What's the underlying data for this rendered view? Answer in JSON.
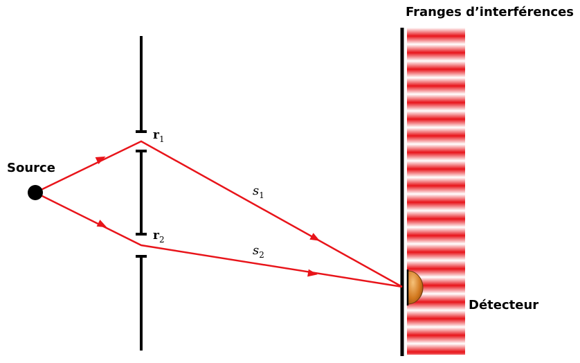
{
  "labels": {
    "fringes_title": "Franges d’interférences",
    "source": "Source",
    "detector": "Détecteur",
    "slit1": {
      "base": "r",
      "sub": "1"
    },
    "slit2": {
      "base": "r",
      "sub": "2"
    },
    "path1": {
      "base": "s",
      "sub": "1"
    },
    "path2": {
      "base": "s",
      "sub": "2"
    }
  },
  "colors": {
    "ray": "#e8141a",
    "wall": "#000000",
    "fringe": "#e8141a",
    "detector": "#d2781e",
    "source": "#000000"
  }
}
